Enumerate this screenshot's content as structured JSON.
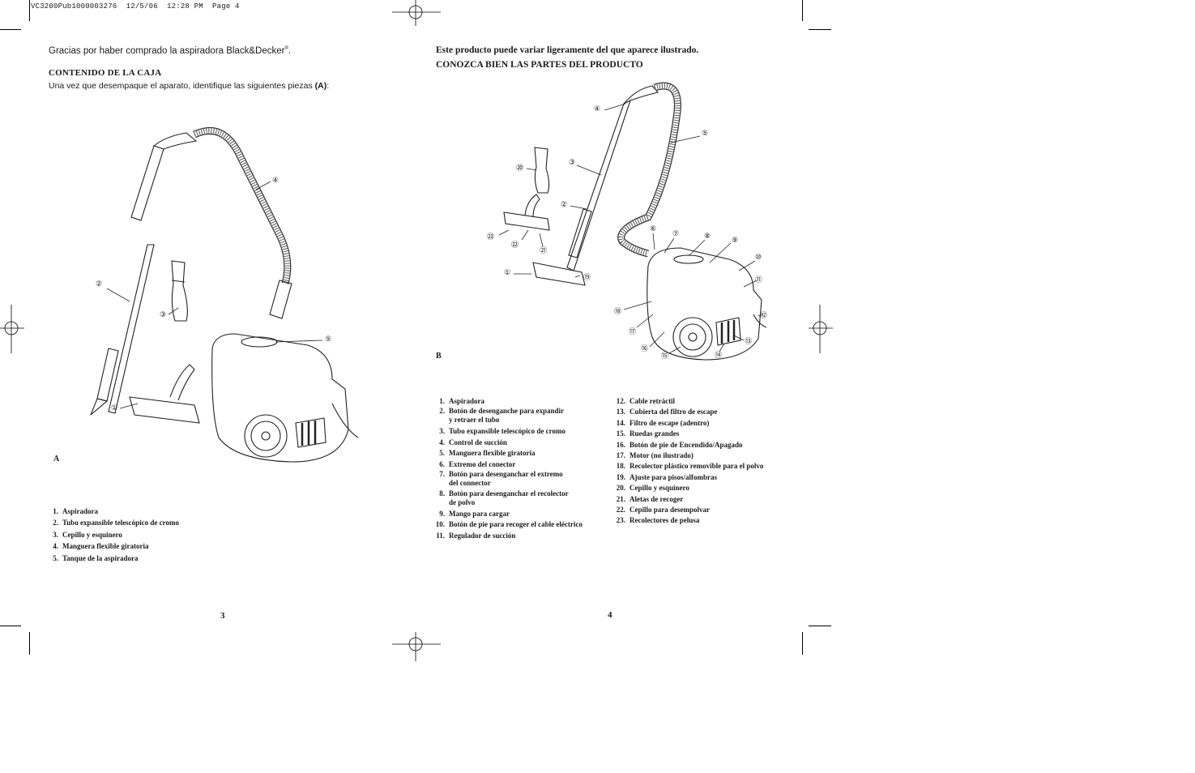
{
  "slug": "VC3200Pub1000003276  12/5/06  12:28 PM  Page 4",
  "left_page": {
    "intro_text": "Gracias por haber comprado la aspiradora Black&Decker",
    "intro_mark": "®",
    "intro_end": ".",
    "section_title": "CONTENIDO DE LA CAJA",
    "section_sub": "Una vez que desempaque el aparato, identifique las siguientes piezas ",
    "section_sub_ref": "(A)",
    "section_sub_end": ":",
    "figure_letter": "A",
    "callouts": [
      "①",
      "②",
      "③",
      "④",
      "⑤"
    ],
    "parts": [
      {
        "num": "1.",
        "label": "Aspiradora"
      },
      {
        "num": "2.",
        "label": "Tubo expansible telescópico de cromo"
      },
      {
        "num": "3.",
        "label": "Cepillo y esquinero"
      },
      {
        "num": "4.",
        "label": "Manguera flexible giratoria"
      },
      {
        "num": "5.",
        "label": "Tanque de la aspiradora"
      }
    ],
    "page_number": "3"
  },
  "right_page": {
    "line1": "Este producto puede variar ligeramente del que aparece ilustrado.",
    "line2": "CONOZCA BIEN LAS PARTES DEL PRODUCTO",
    "figure_letter": "B",
    "callouts": [
      "①",
      "②",
      "③",
      "④",
      "⑤",
      "⑥",
      "⑦",
      "⑧",
      "⑨",
      "⑩",
      "⑪",
      "⑫",
      "⑬",
      "⑭",
      "⑮",
      "⑯",
      "⑰",
      "⑱",
      "⑲",
      "⑳",
      "㉑",
      "㉒",
      "㉓"
    ],
    "parts_col1": [
      {
        "num": "1.",
        "label": "Aspiradora"
      },
      {
        "num": "2.",
        "label": "Botón de desenganche para expandir\ny retraer el tubo"
      },
      {
        "num": "3.",
        "label": "Tubo expansible telescópico de cromo"
      },
      {
        "num": "4.",
        "label": "Control de succión"
      },
      {
        "num": "5.",
        "label": "Manguera flexible giratoria"
      },
      {
        "num": "6.",
        "label": "Extremo del conector"
      },
      {
        "num": "7.",
        "label": "Botón para desenganchar el extremo\ndel connector"
      },
      {
        "num": "8.",
        "label": "Botón para desenganchar el recolector\nde polvo"
      },
      {
        "num": "9.",
        "label": "Mango para cargar"
      },
      {
        "num": "10.",
        "label": "Botón de pie para recoger el cable eléctrico"
      },
      {
        "num": "11.",
        "label": "Regulador de succión"
      }
    ],
    "parts_col2": [
      {
        "num": "12.",
        "label": "Cable retráctil"
      },
      {
        "num": "13.",
        "label": "Cubierta del filtro de escape"
      },
      {
        "num": "14.",
        "label": "Filtro de escape (adentro)"
      },
      {
        "num": "15.",
        "label": "Ruedas grandes"
      },
      {
        "num": "16.",
        "label": "Botón de pie de Encendido/Apagado"
      },
      {
        "num": "17.",
        "label": "Motor (no ilustrado)"
      },
      {
        "num": "18.",
        "label": "Recolector plástico removible para el polvo"
      },
      {
        "num": "19.",
        "label": "Ajuste para pisos/alfombras"
      },
      {
        "num": "20.",
        "label": "Cepillo y esquinero"
      },
      {
        "num": "21.",
        "label": "Aletas de recoger"
      },
      {
        "num": "22.",
        "label": "Cepillo para desempolvar"
      },
      {
        "num": "23.",
        "label": "Recolectores de pelusa"
      }
    ],
    "page_number": "4"
  }
}
